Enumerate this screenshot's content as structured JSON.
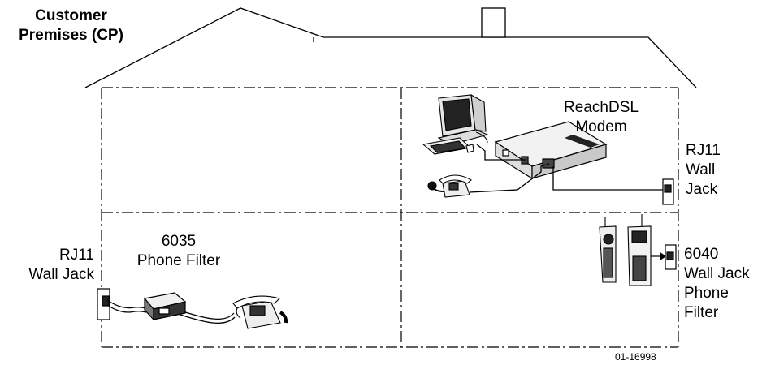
{
  "title": {
    "line1": "Customer",
    "line2": "Premises (CP)"
  },
  "labels": {
    "modem": {
      "line1": "ReachDSL",
      "line2": "Modem"
    },
    "rj11_jack_right": {
      "line1": "RJ11",
      "line2": "Wall",
      "line3": "Jack"
    },
    "rj11_jack_left": {
      "line1": "RJ11",
      "line2": "Wall Jack"
    },
    "filter_6035": {
      "line1": "6035",
      "line2": "Phone Filter"
    },
    "filter_6040": {
      "line1": "6040",
      "line2": "Wall Jack",
      "line3": "Phone",
      "line4": "Filter"
    },
    "figure_id": "01-16998"
  },
  "colors": {
    "line": "#000000",
    "fill": "#ffffff",
    "device_fill": "#dddddd",
    "dark": "#111111"
  }
}
